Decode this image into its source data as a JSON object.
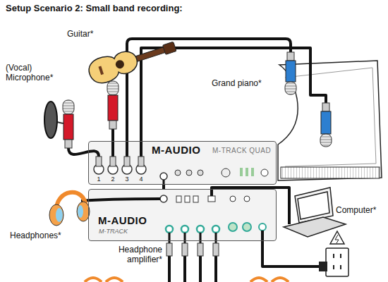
{
  "diagram": {
    "title": "Setup Scenario 2: Small band recording:",
    "nodes": [
      {
        "text": [
          "M-AUDIO",
          "M-TRACK QUAD"
        ]
      },
      {
        "text": [
          "M-AUDIO",
          "M-TRACK"
        ]
      }
    ],
    "edges": [
      {
        "from": 0,
        "to": 1,
        "arrow": "none"
      }
    ],
    "labels": [
      "Guitar*",
      "(Vocal) Microphone*",
      "Grand piano*",
      "Headphones*",
      "Computer*",
      "Headphone amplifier*",
      "1",
      "2",
      "3",
      "4"
    ]
  }
}
